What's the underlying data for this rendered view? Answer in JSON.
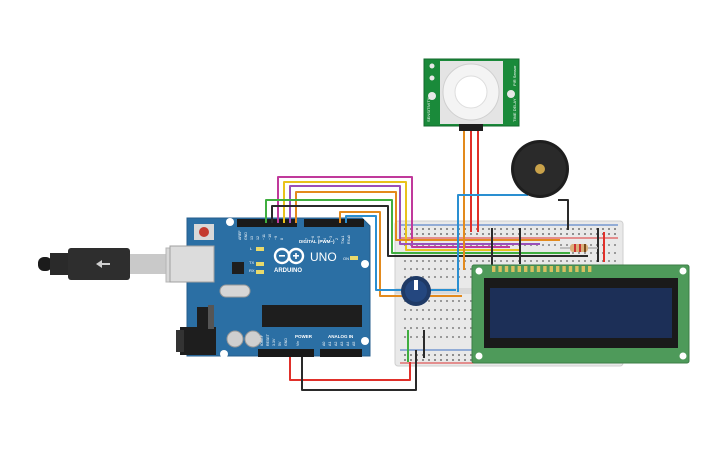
{
  "arduino": {
    "brand": "ARDUINO",
    "model": "UNO",
    "digital_label": "DIGITAL (PWM~)",
    "power_label": "POWER",
    "analog_label": "ANALOG IN",
    "aref": "AREF",
    "gnd": "GND",
    "tx": "TX",
    "rx": "RX",
    "l": "L",
    "on": "ON",
    "tx_arrow": "TX▸1",
    "rx_arrow": "RX◂0",
    "d13": "13",
    "d12": "12",
    "d11": "~11",
    "d10": "~10",
    "d9": "~9",
    "d8": "8",
    "d7": "7",
    "d6": "~6",
    "d5": "~5",
    "d4": "4",
    "d3": "~3",
    "d2": "2",
    "ioref": "IOREF",
    "reset": "RESET",
    "v33": "3.3V",
    "v5": "5V",
    "gnd_p": "GND",
    "vin": "Vin",
    "a0": "A0",
    "a1": "A1",
    "a2": "A2",
    "a3": "A3",
    "a4": "A4",
    "a5": "A5"
  },
  "pir": {
    "left_text": "SENSITIVITY",
    "right_text": "TIME DELAY",
    "top_right": "PIR Sensor"
  },
  "colors": {
    "board": "#2b6fa4",
    "pir_board": "#1a8a3a",
    "lcd_board": "#4e9a5a",
    "lcd_screen": "#1c2f57",
    "wire_red": "#e0302a",
    "wire_black": "#2a2a2a",
    "wire_orange": "#e38a1d",
    "wire_yellow": "#e8c21c",
    "wire_green": "#3fae3f",
    "wire_blue": "#2a8fd1",
    "wire_purple": "#9a4fb8",
    "wire_magenta": "#c0399b"
  }
}
